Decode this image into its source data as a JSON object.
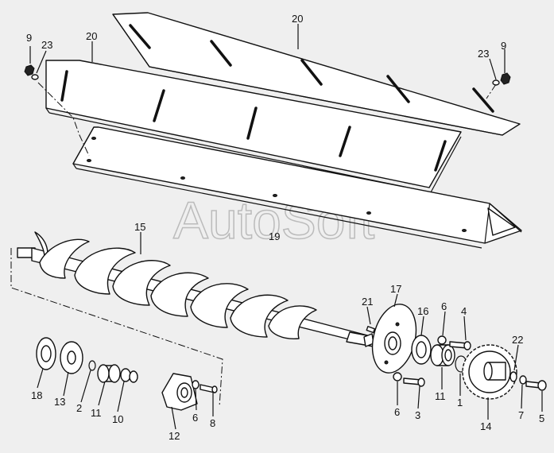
{
  "watermark": "AutoSoft",
  "part_labels": {
    "p20_top": "20",
    "p20_left": "20",
    "p9_left": "9",
    "p23_left": "23",
    "p9_right": "9",
    "p23_right": "23",
    "p15": "15",
    "p19": "19",
    "p17": "17",
    "p21": "21",
    "p16": "16",
    "p6_top": "6",
    "p4": "4",
    "p22": "22",
    "p18": "18",
    "p13": "13",
    "p2": "2",
    "p11_left": "11",
    "p10": "10",
    "p12": "12",
    "p6_mid": "6",
    "p8": "8",
    "p6_low": "6",
    "p3": "3",
    "p11_right": "11",
    "p1": "1",
    "p14": "14",
    "p7": "7",
    "p5": "5"
  }
}
